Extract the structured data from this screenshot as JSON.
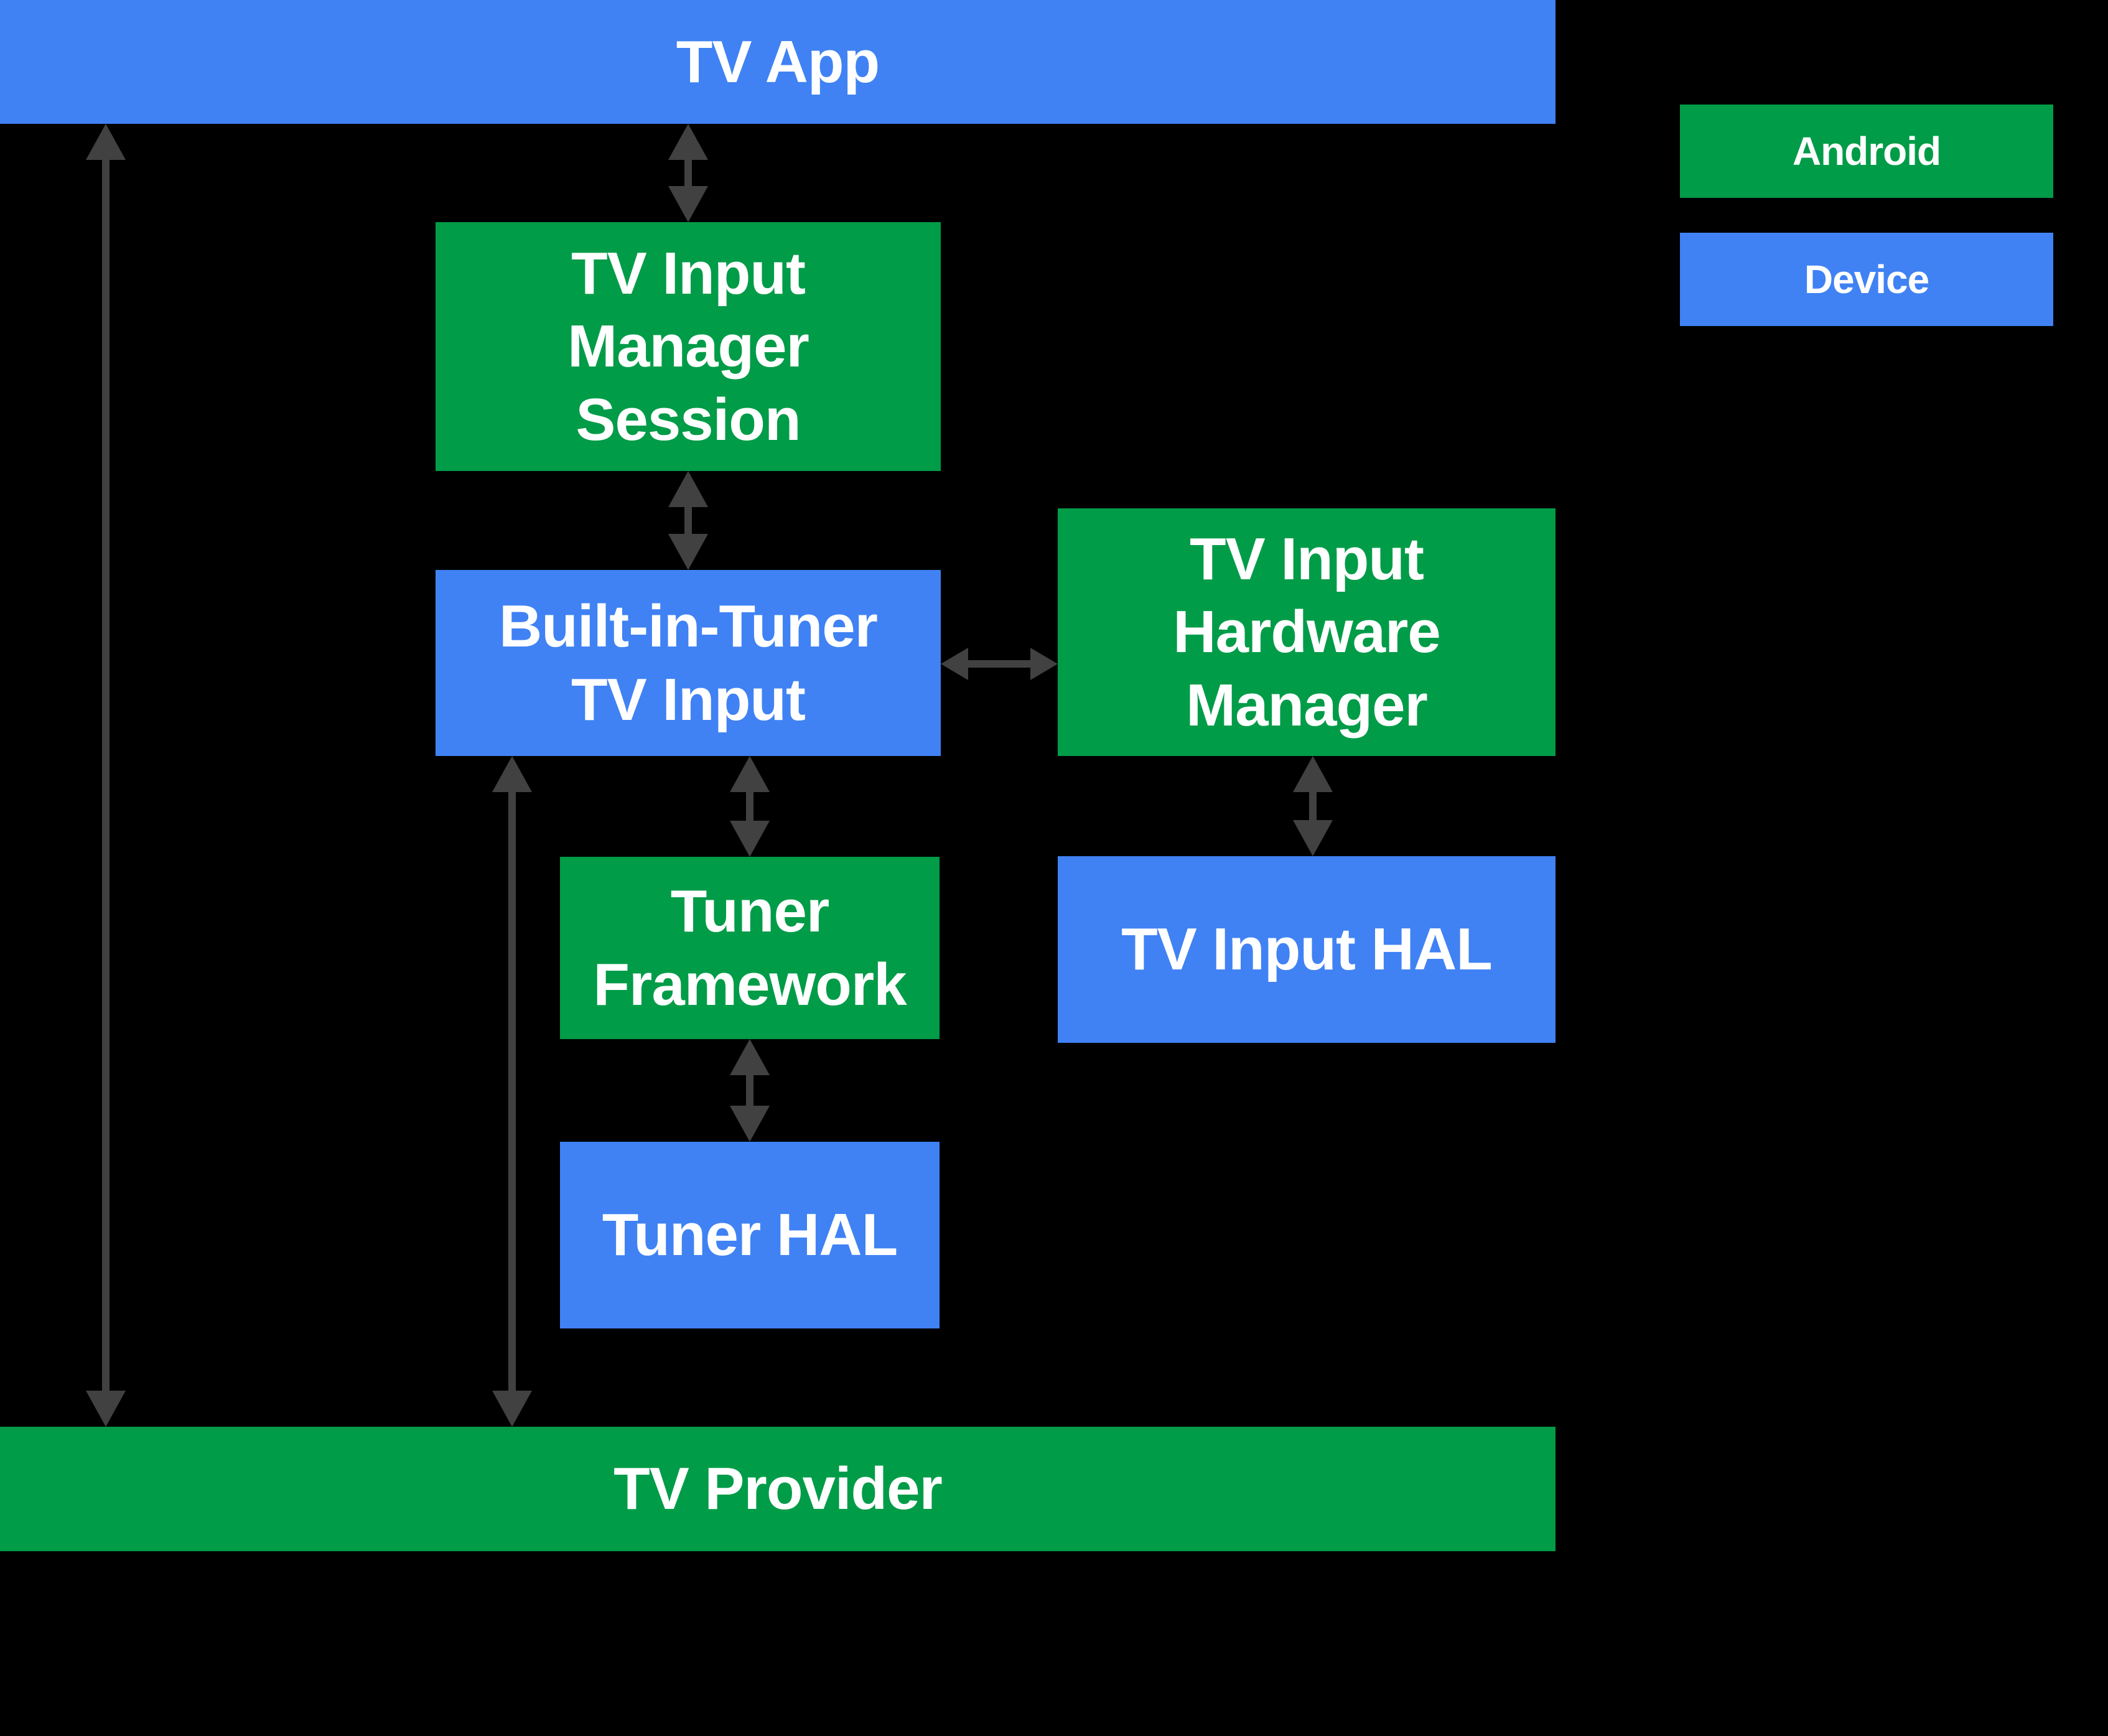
{
  "colors": {
    "android_green": "#019C48",
    "device_blue": "#4082F4",
    "arrow_gray": "#414141",
    "background": "#000000",
    "label_text": "#FFFFFF"
  },
  "legend": {
    "android_label": "Android",
    "device_label": "Device"
  },
  "nodes": {
    "tv_app": {
      "label": "TV App",
      "layer": "device"
    },
    "tv_input_manager_session": {
      "label": "TV Input\nManager\nSession",
      "layer": "android"
    },
    "tv_input_hardware_manager": {
      "label": "TV Input\nHardware\nManager",
      "layer": "android"
    },
    "built_in_tuner_tv_input": {
      "label": "Built-in-Tuner\nTV Input",
      "layer": "device"
    },
    "tuner_framework": {
      "label": "Tuner\nFramework",
      "layer": "android"
    },
    "tv_input_hal": {
      "label": "TV Input HAL",
      "layer": "device"
    },
    "tuner_hal": {
      "label": "Tuner HAL",
      "layer": "device"
    },
    "tv_provider": {
      "label": "TV Provider",
      "layer": "android"
    }
  },
  "connections": [
    {
      "from": "tv_app",
      "to": "tv_provider",
      "style": "bidirectional"
    },
    {
      "from": "tv_app",
      "to": "tv_input_manager_session",
      "style": "bidirectional"
    },
    {
      "from": "tv_input_manager_session",
      "to": "built_in_tuner_tv_input",
      "style": "bidirectional"
    },
    {
      "from": "built_in_tuner_tv_input",
      "to": "tv_input_hardware_manager",
      "style": "bidirectional"
    },
    {
      "from": "tv_input_hardware_manager",
      "to": "tv_input_hal",
      "style": "bidirectional"
    },
    {
      "from": "built_in_tuner_tv_input",
      "to": "tuner_framework",
      "style": "bidirectional"
    },
    {
      "from": "tuner_framework",
      "to": "tuner_hal",
      "style": "bidirectional"
    },
    {
      "from": "built_in_tuner_tv_input",
      "to": "tv_provider",
      "style": "bidirectional"
    }
  ]
}
